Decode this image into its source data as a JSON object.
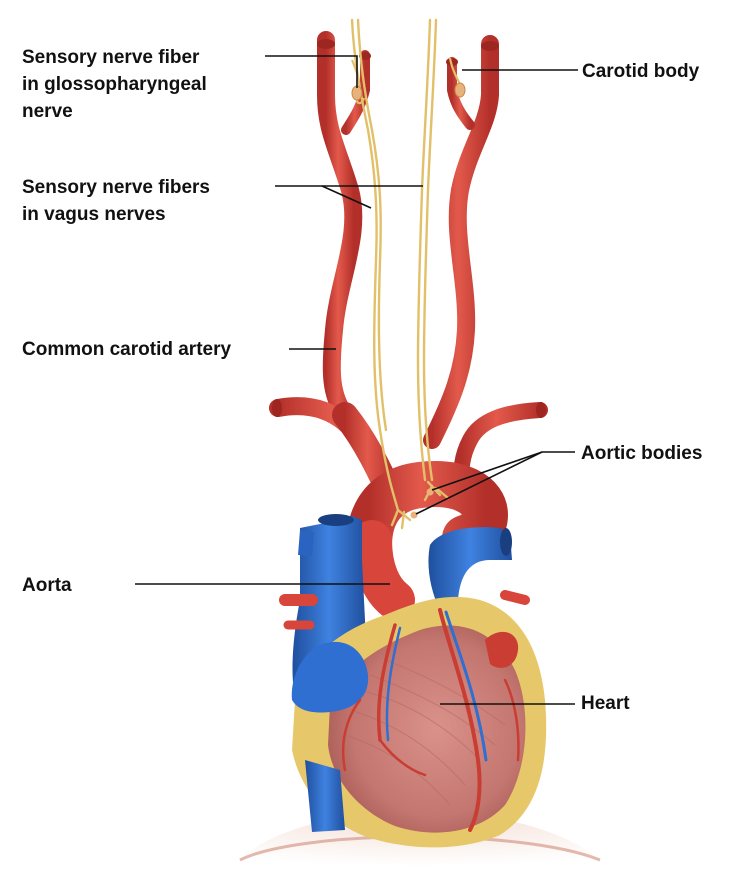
{
  "labels": {
    "glossopharyngeal": "Sensory nerve fiber\nin glossopharyngeal\nnerve",
    "carotid_body": "Carotid body",
    "vagus": "Sensory nerve fibers\nin vagus nerves",
    "common_carotid": "Common carotid artery",
    "aortic_bodies": "Aortic bodies",
    "aorta": "Aorta",
    "heart": "Heart"
  },
  "colors": {
    "artery": "#d8453a",
    "artery_dark": "#a8281f",
    "vein": "#2f6fd1",
    "vein_dark": "#1f4f9e",
    "nerve": "#e2c06a",
    "fat": "#ecd070",
    "myocardium": "#c97f7a",
    "tissue": "#e8cfc6"
  }
}
